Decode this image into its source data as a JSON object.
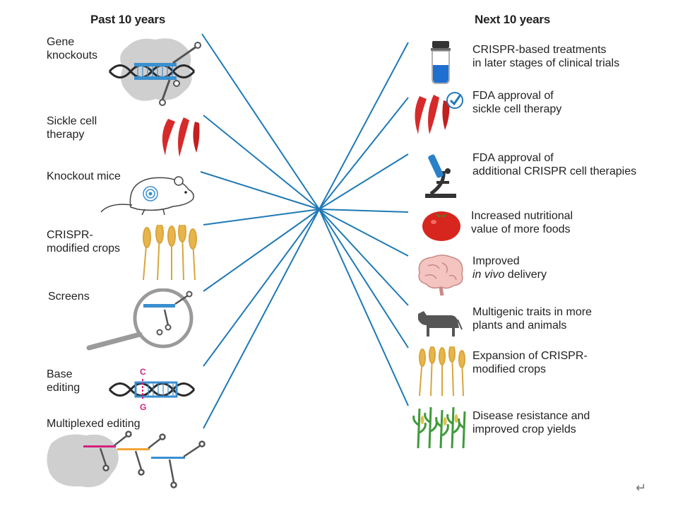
{
  "headings": {
    "left": "Past 10 years",
    "right": "Next 10 years"
  },
  "left_items": [
    {
      "name": "gene-knockouts",
      "icon": "protein-dna-guide-icon",
      "lines": [
        "Gene",
        "knockouts"
      ]
    },
    {
      "name": "sickle-cell-therapy",
      "icon": "sickle-cell-icon",
      "lines": [
        "Sickle cell",
        "therapy"
      ]
    },
    {
      "name": "knockout-mice",
      "icon": "mouse-icon",
      "lines": [
        "Knockout mice"
      ]
    },
    {
      "name": "crispr-modified-crops",
      "icon": "wheat-icon",
      "lines": [
        "CRISPR-",
        "modified crops"
      ]
    },
    {
      "name": "screens",
      "icon": "magnifier-icon",
      "lines": [
        "Screens"
      ]
    },
    {
      "name": "base-editing",
      "icon": "dna-base-edit-icon",
      "lines": [
        "Base",
        "editing"
      ]
    },
    {
      "name": "multiplexed-editing",
      "icon": "multiplex-guides-icon",
      "lines": [
        "Multiplexed editing"
      ]
    }
  ],
  "base_letters": {
    "top": "C",
    "bottom": "G"
  },
  "right_items": [
    {
      "name": "clinical-trials",
      "icon": "vial-icon",
      "lines": [
        "CRISPR-based treatments",
        "in later stages of clinical trials"
      ]
    },
    {
      "name": "fda-sickle-cell",
      "icon": "sickle-cell-check-icon",
      "lines": [
        "FDA approval of",
        "sickle cell therapy"
      ]
    },
    {
      "name": "fda-cell-therapies",
      "icon": "microscope-icon",
      "lines": [
        "FDA approval of",
        "additional CRISPR cell therapies"
      ]
    },
    {
      "name": "nutritional-value",
      "icon": "tomato-icon",
      "lines": [
        "Increased nutritional",
        "value of more foods"
      ]
    },
    {
      "name": "in-vivo-delivery",
      "icon": "brain-icon",
      "lines": [
        "Improved",
        "in vivo delivery"
      ],
      "italic_line": 1,
      "italic_part": "in vivo"
    },
    {
      "name": "multigenic-traits",
      "icon": "cow-icon",
      "lines": [
        "Multigenic traits in more",
        "plants and animals"
      ]
    },
    {
      "name": "expansion-crops",
      "icon": "wheat-icon",
      "lines": [
        "Expansion of CRISPR-",
        "modified crops"
      ]
    },
    {
      "name": "disease-resistance",
      "icon": "corn-field-icon",
      "lines": [
        "Disease resistance and",
        "improved crop yields"
      ]
    }
  ],
  "colors": {
    "line": "#1f79b5",
    "dna": "#2a2a2a",
    "guide": "#3a8fcf",
    "accent_magenta": "#d6217d",
    "accent_orange": "#f2a536",
    "sickle": "#d62a2a",
    "protein": "#cfcfcf",
    "wheat": "#e8b54a"
  },
  "return_glyph": "↵"
}
